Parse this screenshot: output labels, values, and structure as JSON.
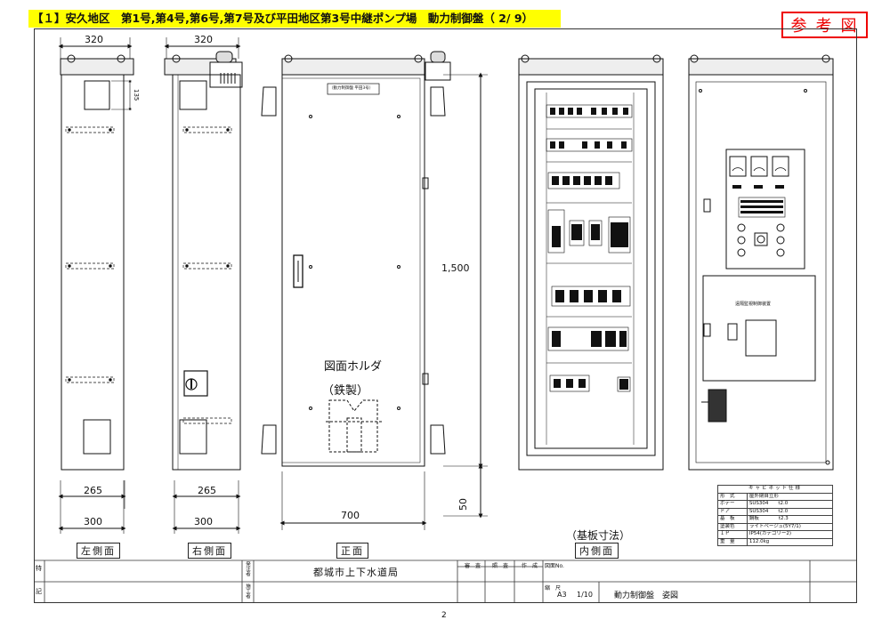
{
  "header": {
    "title": "【１】安久地区　第1号,第4号,第6号,第7号及び平田地区第3号中継ポンプ場　動力制御盤（ 2/ 9）"
  },
  "stamp": {
    "label": "参考図"
  },
  "dimensions": {
    "left_top_width": "320",
    "right_top_width": "320",
    "window_height": "135",
    "left_base_inner": "265",
    "left_base_outer": "300",
    "right_base_inner": "265",
    "right_base_outer": "300",
    "front_width": "700",
    "front_height": "1,500",
    "base_height": "50"
  },
  "views": {
    "left": "左側面",
    "right": "右側面",
    "front": "正面",
    "inner": "内側面"
  },
  "notes": {
    "holder": "図面ホルダ",
    "holder_material": "（鉄製）",
    "base_dim": "（基板寸法）",
    "front_plate": "（動力制御盤 平田3号）",
    "inner_plate": "遠隔監視制御装置"
  },
  "spec_table": {
    "title": "キャビネット仕様",
    "rows": [
      {
        "key": "形　式",
        "value": "屋外閉自立形"
      },
      {
        "key": "ボデー",
        "value": "SUS304　　t2.0"
      },
      {
        "key": "ドア",
        "value": "SUS304　　t2.0"
      },
      {
        "key": "基　板",
        "value": "鋼板　　　　t2.3"
      },
      {
        "key": "塗装色",
        "value": "ライトベージュ(5Y7/1)"
      },
      {
        "key": "ＩＰ",
        "value": "IP54(カテゴリー2)"
      },
      {
        "key": "重　量",
        "value": "112.0kg"
      }
    ]
  },
  "title_block": {
    "special_1": "特",
    "special_2": "記",
    "orderer": "発注者",
    "contractor": "施工者",
    "organization": "都城市上下水道局",
    "col_check": "審　査",
    "col_review": "照　査",
    "col_make": "作　成",
    "drawing_no_label": "図面No.",
    "size_label": "縮　尺",
    "size": "A3",
    "scale": "1/10",
    "drawing_title": "動力制御盤　姿図"
  },
  "page_number": "2"
}
